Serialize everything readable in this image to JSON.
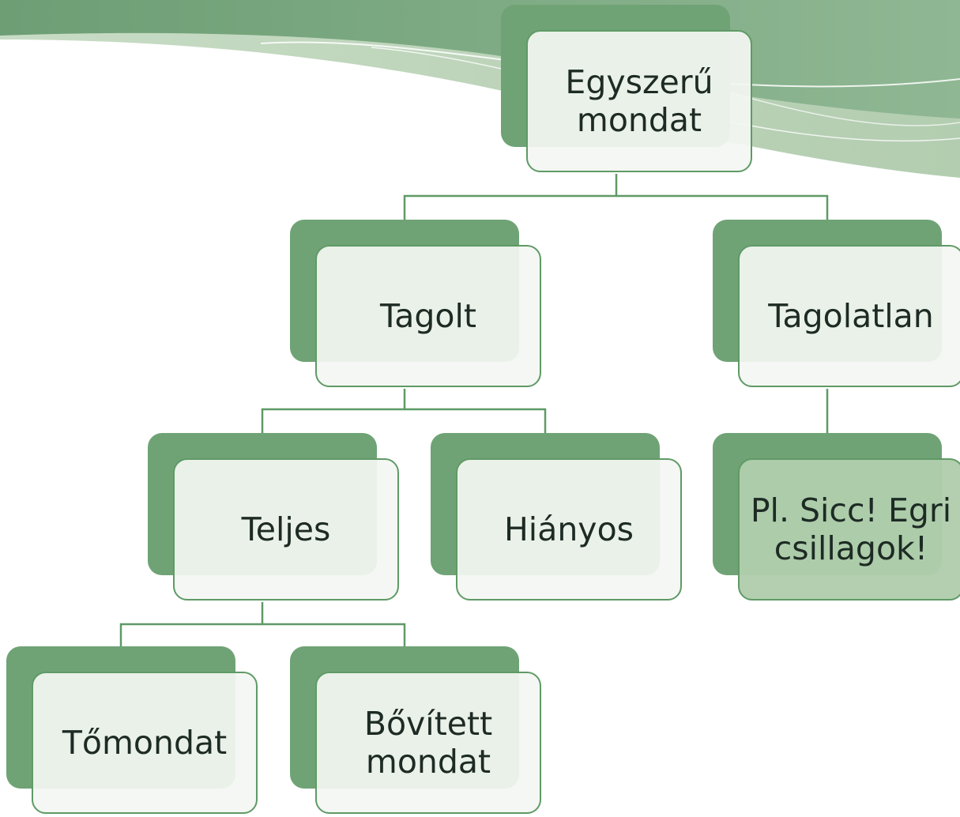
{
  "diagram": {
    "root": {
      "label": "Egyszerű\nmondat"
    },
    "level1": [
      {
        "label": "Tagolt"
      },
      {
        "label": "Tagolatlan"
      }
    ],
    "level2": [
      {
        "label": "Teljes"
      },
      {
        "label": "Hiányos"
      },
      {
        "label": "Pl. Sicc! Egri\ncsillagok!"
      }
    ],
    "level3": [
      {
        "label": "Tőmondat"
      },
      {
        "label": "Bővített\nmondat"
      }
    ]
  },
  "colors": {
    "accent": "#6fa375",
    "box_fill": "#f3f6f2",
    "highlight_fill": "#b0cdac",
    "connector": "#5f9a66"
  }
}
